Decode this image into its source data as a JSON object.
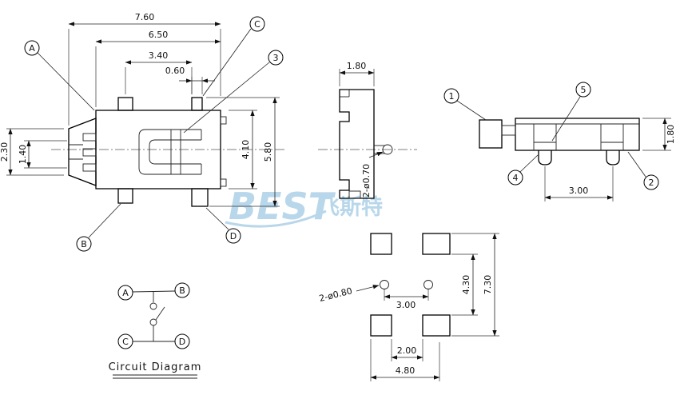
{
  "watermark": {
    "en": "BEST",
    "cn": "飞斯特",
    "color": "#b9d7ea"
  },
  "front_view": {
    "dim_total_width": "7.60",
    "dim_body_width": "6.50",
    "dim_tab_span": "3.40",
    "dim_tab_width": "0.60",
    "dim_pin_block_height": "2.30",
    "dim_pin_span": "1.40",
    "dim_body_height": "4.10",
    "dim_total_height": "5.80",
    "label_a": "A",
    "label_b": "B",
    "label_c": "C",
    "label_d": "D",
    "label_3": "3"
  },
  "side_view": {
    "dim_width": "1.80",
    "dim_pin_dia": "2-ø0.70"
  },
  "end_view": {
    "dim_height": "1.80",
    "dim_pin_pitch": "3.00",
    "label_1": "1",
    "label_2": "2",
    "label_4": "4",
    "label_5": "5"
  },
  "circuit_diagram": {
    "caption": "Circuit Diagram",
    "label_a": "A",
    "label_b": "B",
    "label_c": "C",
    "label_d": "D"
  },
  "footprint": {
    "dim_hole": "2-ø0.80",
    "dim_hole_pitch": "3.00",
    "dim_inner_height": "4.30",
    "dim_total_height": "7.30",
    "dim_inner_width": "2.00",
    "dim_total_width": "4.80"
  }
}
